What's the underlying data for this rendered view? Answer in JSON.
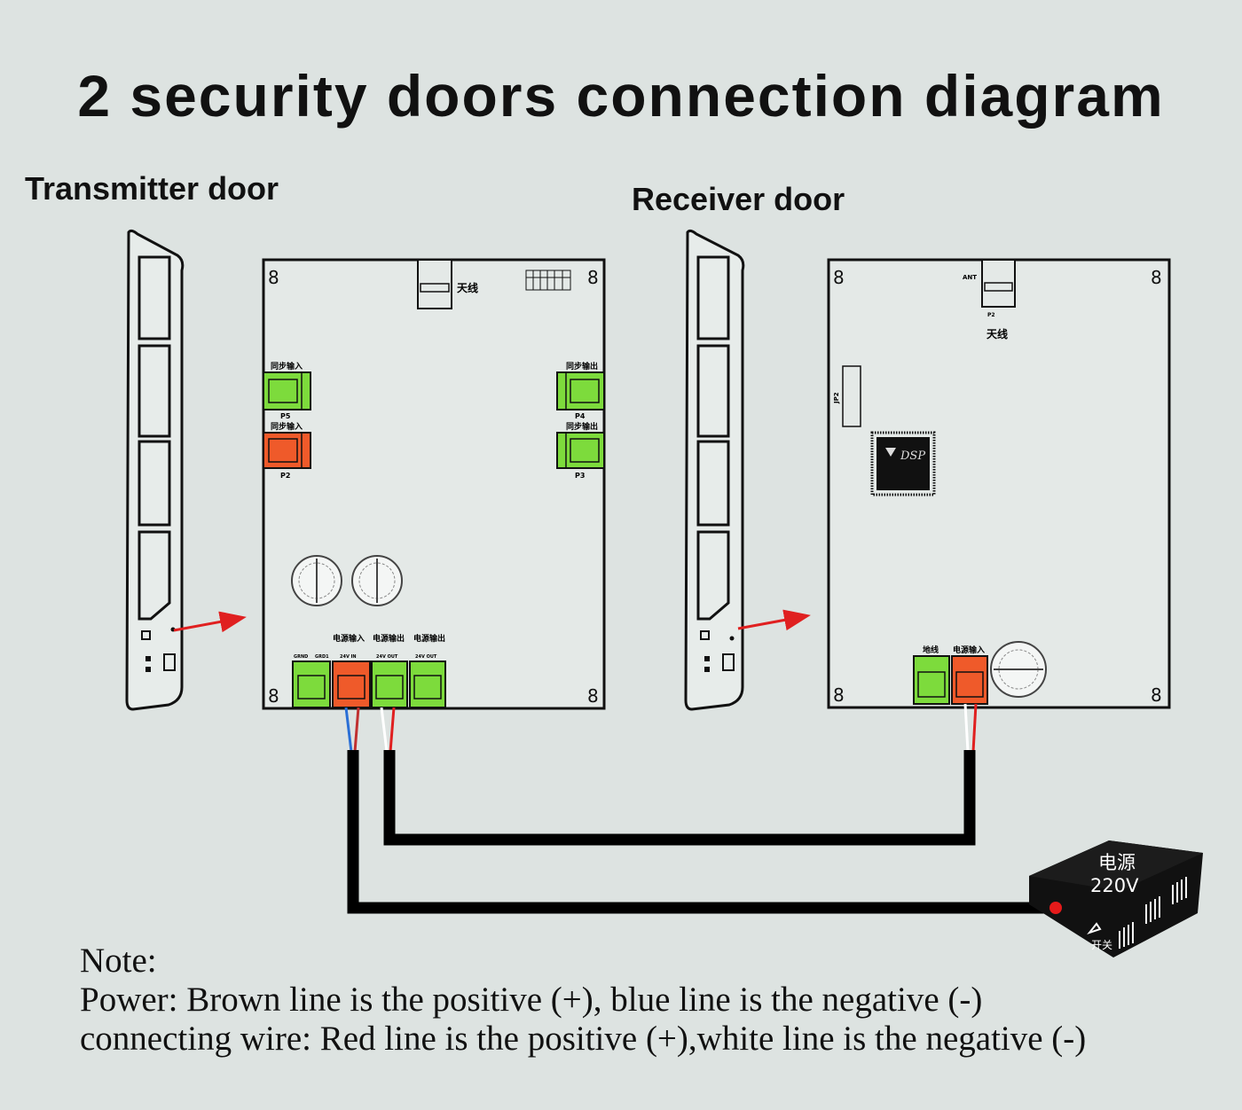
{
  "title": "2 security doors connection diagram",
  "transmitter_label": "Transmitter door",
  "receiver_label": "Receiver door",
  "tx_board": {
    "antenna": "天线",
    "sync_in_top": "同步输入",
    "p5": "P5",
    "sync_in_bottom": "同步输入",
    "p2": "P2",
    "sync_out_top": "同步输出",
    "p4": "P4",
    "sync_out_bottom": "同步输出",
    "p3": "P3",
    "power_in": "电源输入",
    "power_out_1": "电源输出",
    "power_out_2": "电源输出",
    "grnd": "GRND",
    "grd1": "GRD1",
    "in24": "24V IN",
    "out24a": "24V OUT",
    "out24b": "24V OUT"
  },
  "rx_board": {
    "ant": "ANT",
    "p2": "P2",
    "antenna": "天线",
    "jp2": "JP2",
    "dsp": "DSP",
    "ground": "地线",
    "power_in": "电源输入"
  },
  "power_supply": {
    "label": "电源",
    "voltage": "220V",
    "switch": "开关"
  },
  "colors": {
    "background": "#dde3e1",
    "green_terminal": "#7ddb3c",
    "red_terminal": "#ef5a2a",
    "wire_red": "#e02020",
    "wire_blue": "#2a6fd6",
    "cable": "#000000"
  },
  "note": {
    "heading": "Note:",
    "line1": "Power: Brown line is the positive (+), blue line is the negative (-)",
    "line2": "connecting wire: Red line is the positive (+),white line is the negative (-)"
  }
}
